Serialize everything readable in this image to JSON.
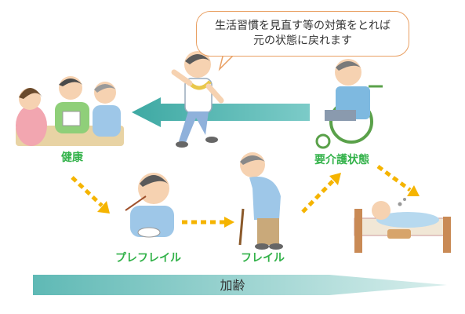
{
  "speech": {
    "line1": "生活習慣を見直す等の対策をとれば",
    "line2": "元の状態に戻れます"
  },
  "stages": {
    "healthy": "健康",
    "prefrail": "プレフレイル",
    "frail": "フレイル",
    "care": "要介護状態"
  },
  "aging_label": "加齢",
  "colors": {
    "green_text": "#33b24a",
    "orange_arrow": "#f5b400",
    "teal_arrow": "#6fc5c2",
    "speech_border": "#e9a063"
  }
}
